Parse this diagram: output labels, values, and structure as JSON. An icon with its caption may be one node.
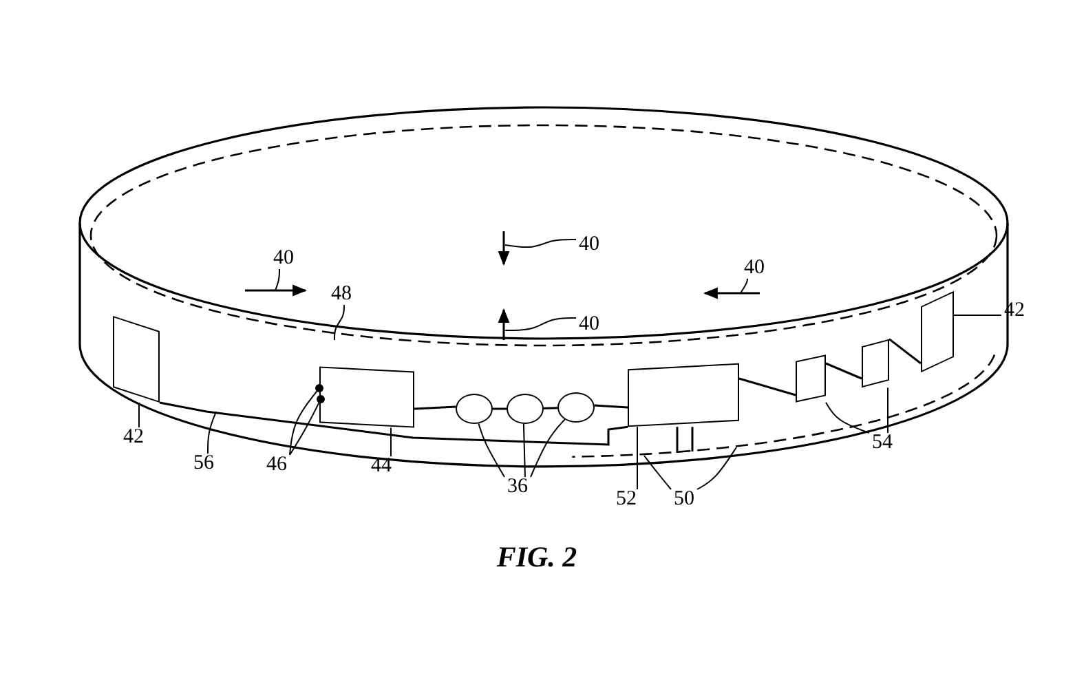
{
  "diagram": {
    "caption": "FIG. 2",
    "nodes": [
      {
        "text": [],
        "shape": "box"
      },
      {
        "text": [],
        "shape": "box"
      },
      {
        "text": [],
        "shape": "circle"
      },
      {
        "text": [],
        "shape": "circle"
      },
      {
        "text": [],
        "shape": "circle"
      },
      {
        "text": [],
        "shape": "box"
      },
      {
        "text": [],
        "shape": "box"
      },
      {
        "text": [],
        "shape": "box"
      },
      {
        "text": [],
        "shape": "box"
      },
      {
        "text": [
          "40"
        ]
      },
      {
        "text": [
          "40"
        ]
      },
      {
        "text": [
          "40"
        ]
      },
      {
        "text": [
          "48"
        ]
      },
      {
        "text": [
          "40"
        ]
      },
      {
        "text": [
          "42"
        ]
      },
      {
        "text": [
          "42"
        ]
      },
      {
        "text": [
          "56"
        ]
      },
      {
        "text": [
          "46"
        ]
      },
      {
        "text": [
          "44"
        ]
      },
      {
        "text": [
          "36"
        ]
      },
      {
        "text": [
          "52"
        ]
      },
      {
        "text": [
          "50"
        ]
      },
      {
        "text": [
          "54"
        ]
      },
      {
        "text": [],
        "shape": "dot"
      },
      {
        "text": [],
        "shape": "dot"
      }
    ],
    "edges": [
      {
        "from": 1,
        "to": 2,
        "arrow": "none"
      },
      {
        "from": 2,
        "to": 3,
        "arrow": "none"
      },
      {
        "from": 3,
        "to": 4,
        "arrow": "none"
      },
      {
        "from": 4,
        "to": 5,
        "arrow": "none"
      },
      {
        "from": 5,
        "to": 6,
        "arrow": "none"
      },
      {
        "from": 6,
        "to": 7,
        "arrow": "none"
      },
      {
        "from": 7,
        "to": 8,
        "arrow": "none"
      },
      {
        "from": 0,
        "to": 5,
        "arrow": "none"
      },
      {
        "from": 5,
        "to": null,
        "arrow": "none"
      },
      {
        "from": 5,
        "to": null,
        "arrow": "none"
      },
      {
        "from": 9,
        "to": null,
        "arrow": "none"
      },
      {
        "from": 10,
        "to": null,
        "arrow": "none"
      },
      {
        "from": 11,
        "to": null,
        "arrow": "none"
      },
      {
        "from": 12,
        "to": null,
        "arrow": "none"
      },
      {
        "from": 13,
        "to": null,
        "arrow": "none"
      },
      {
        "from": 14,
        "to": 8,
        "arrow": "none"
      },
      {
        "from": 15,
        "to": 0,
        "arrow": "none"
      },
      {
        "from": 16,
        "to": null,
        "arrow": "none"
      },
      {
        "from": 17,
        "to": 23,
        "arrow": "none"
      },
      {
        "from": 17,
        "to": 24,
        "arrow": "none"
      },
      {
        "from": 18,
        "to": 1,
        "arrow": "none"
      },
      {
        "from": 19,
        "to": 2,
        "arrow": "none"
      },
      {
        "from": 19,
        "to": 3,
        "arrow": "none"
      },
      {
        "from": 19,
        "to": 4,
        "arrow": "none"
      },
      {
        "from": 20,
        "to": 5,
        "arrow": "none"
      },
      {
        "from": 21,
        "to": null,
        "arrow": "none"
      },
      {
        "from": 21,
        "to": null,
        "arrow": "none"
      },
      {
        "from": 22,
        "to": 6,
        "arrow": "none"
      },
      {
        "from": 22,
        "to": 7,
        "arrow": "none"
      }
    ]
  }
}
